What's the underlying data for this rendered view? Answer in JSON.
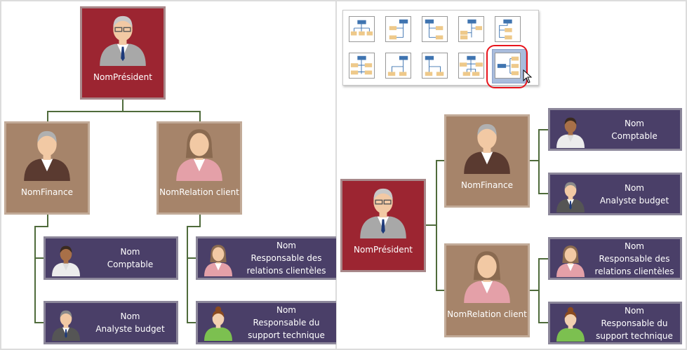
{
  "left_chart": {
    "nodes": [
      {
        "id": "president",
        "name": "Nom",
        "title": "Président",
        "avatar": "senior-man"
      },
      {
        "id": "finance",
        "name": "Nom",
        "title": "Finance",
        "avatar": "grey-man-brown-suit"
      },
      {
        "id": "relation",
        "name": "Nom",
        "title": "Relation client",
        "avatar": "woman-pink"
      },
      {
        "id": "comptable",
        "name": "Nom",
        "title": "Comptable",
        "avatar": "man-white-shirt"
      },
      {
        "id": "analyste",
        "name": "Nom",
        "title": "Analyste budget",
        "avatar": "man-grey-suit"
      },
      {
        "id": "resp-rel",
        "name": "Nom",
        "title": "Responsable des relations clientèles",
        "avatar": "woman-pink"
      },
      {
        "id": "support",
        "name": "Nom",
        "title": "Responsable du support technique",
        "avatar": "woman-green"
      }
    ]
  },
  "right_chart": {
    "nodes": [
      {
        "id": "president",
        "name": "Nom",
        "title": "Président",
        "avatar": "senior-man"
      },
      {
        "id": "finance",
        "name": "Nom",
        "title": "Finance",
        "avatar": "grey-man-brown-suit"
      },
      {
        "id": "relation",
        "name": "Nom",
        "title": "Relation client",
        "avatar": "woman-pink"
      },
      {
        "id": "comptable",
        "name": "Nom",
        "title": "Comptable",
        "avatar": "man-white-shirt"
      },
      {
        "id": "analyste",
        "name": "Nom",
        "title": "Analyste budget",
        "avatar": "man-grey-suit"
      },
      {
        "id": "resp-rel",
        "name": "Nom",
        "title": "Responsable des relations clientèles",
        "avatar": "woman-pink"
      },
      {
        "id": "support",
        "name": "Nom",
        "title": "Responsable du support technique",
        "avatar": "woman-green"
      }
    ]
  },
  "layout_picker": {
    "options": [
      "top-down",
      "left-branch",
      "right-branch",
      "mixed-branch",
      "right-branch-compact",
      "top-down-split",
      "top-down-left",
      "top-down-right",
      "top-down-multi",
      "left-to-right"
    ],
    "selected_index": 9
  },
  "colors": {
    "president": "#9c2531",
    "manager": "#a6846a",
    "employee": "#4a3f68",
    "connector": "#4f6b3b",
    "highlight": "#e8141c"
  }
}
